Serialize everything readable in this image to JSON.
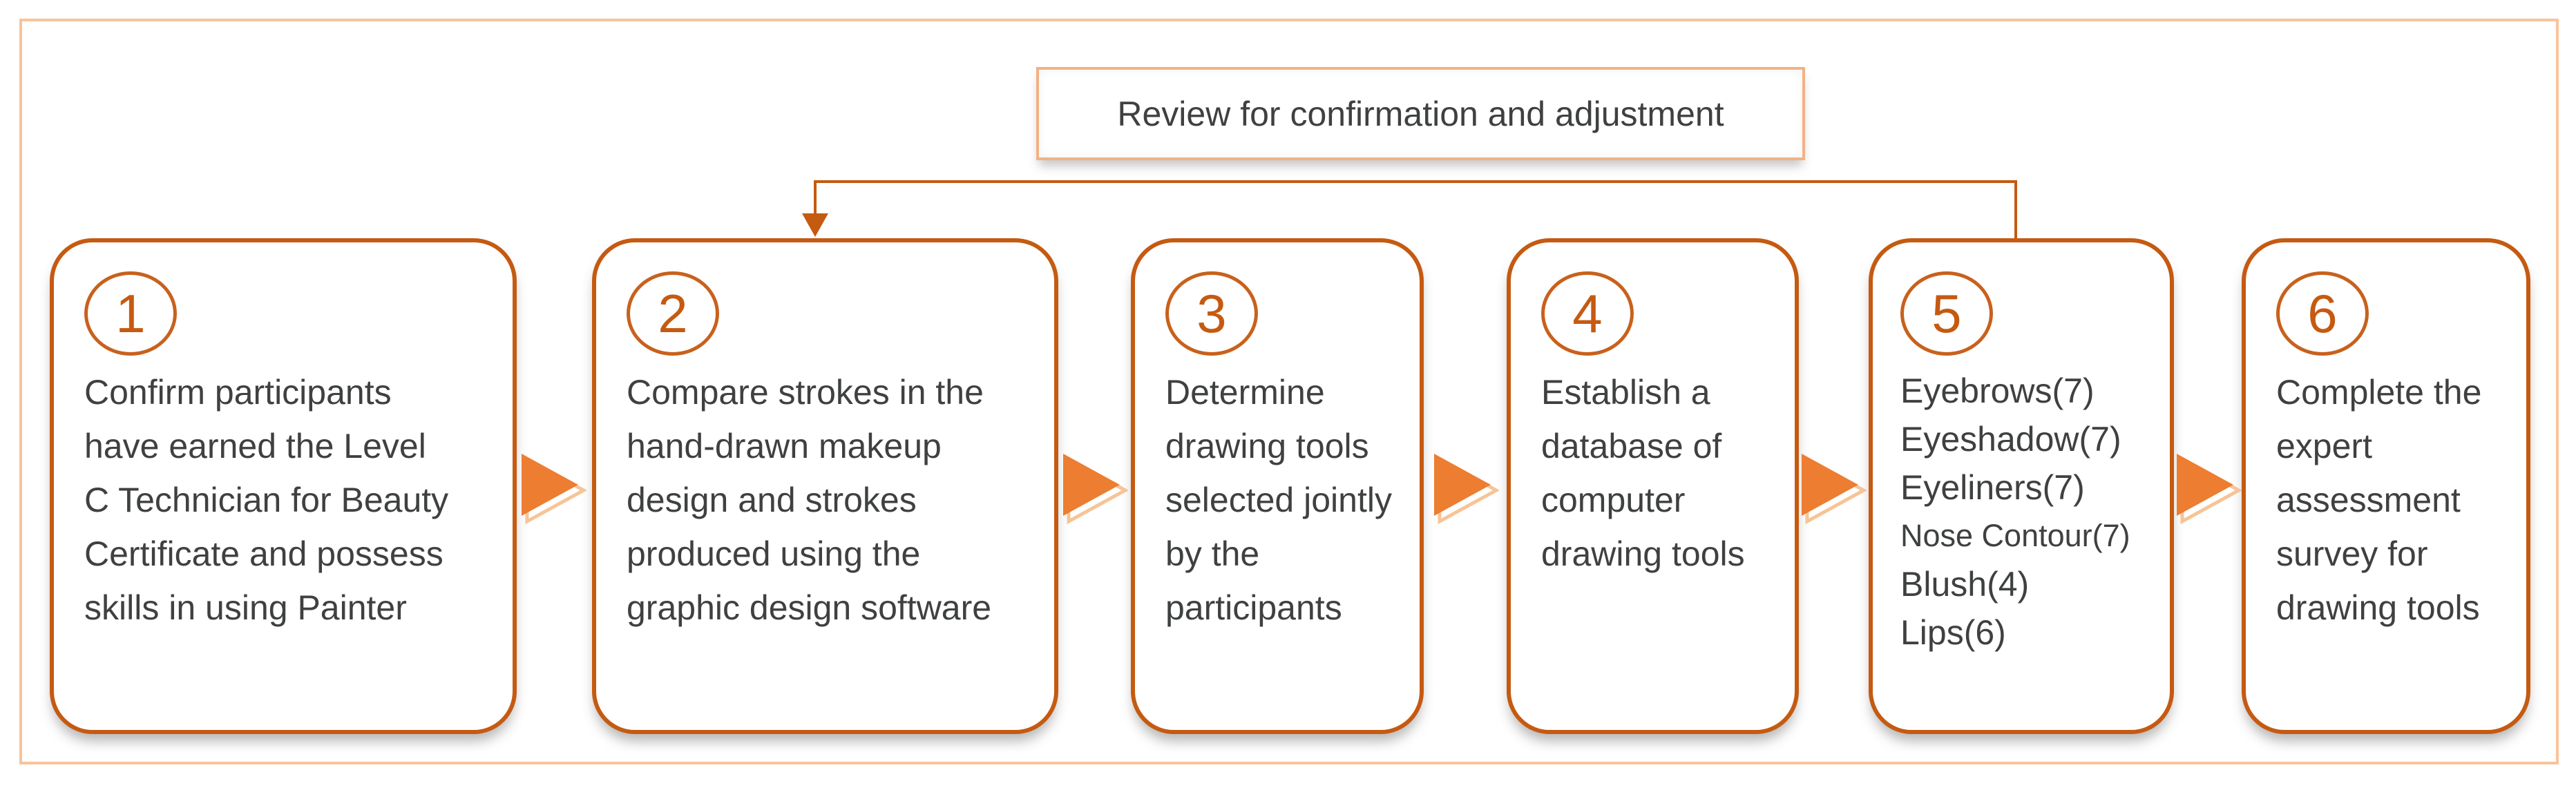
{
  "review": {
    "label": "Review for confirmation and adjustment"
  },
  "steps": [
    {
      "number": "1",
      "text": "Confirm participants\nhave earned the Level\nC Technician for Beauty\nCertificate and possess\nskills in using Painter"
    },
    {
      "number": "2",
      "text": "Compare strokes in the\nhand-drawn makeup\ndesign and strokes\nproduced using the\ngraphic design software"
    },
    {
      "number": "3",
      "text": "Determine\ndrawing tools\nselected jointly\nby the\nparticipants"
    },
    {
      "number": "4",
      "text": "Establish a\ndatabase of\ncomputer\ndrawing tools"
    },
    {
      "number": "5",
      "items": [
        "Eyebrows(7)",
        "Eyeshadow(7)",
        "Eyeliners(7)",
        "Nose Contour(7)",
        "Blush(4)",
        "Lips(6)"
      ]
    },
    {
      "number": "6",
      "text": "Complete the\nexpert\nassessment\nsurvey for\ndrawing tools"
    }
  ],
  "colors": {
    "box_border": "#C55A11",
    "circle_border": "#C8611C",
    "arrow_fill": "#ED7D31",
    "arrow_outline": "#F7C496",
    "outer_frame_border": "#F9C39A",
    "review_box_border": "#F3B183",
    "text": "#3F4040"
  }
}
